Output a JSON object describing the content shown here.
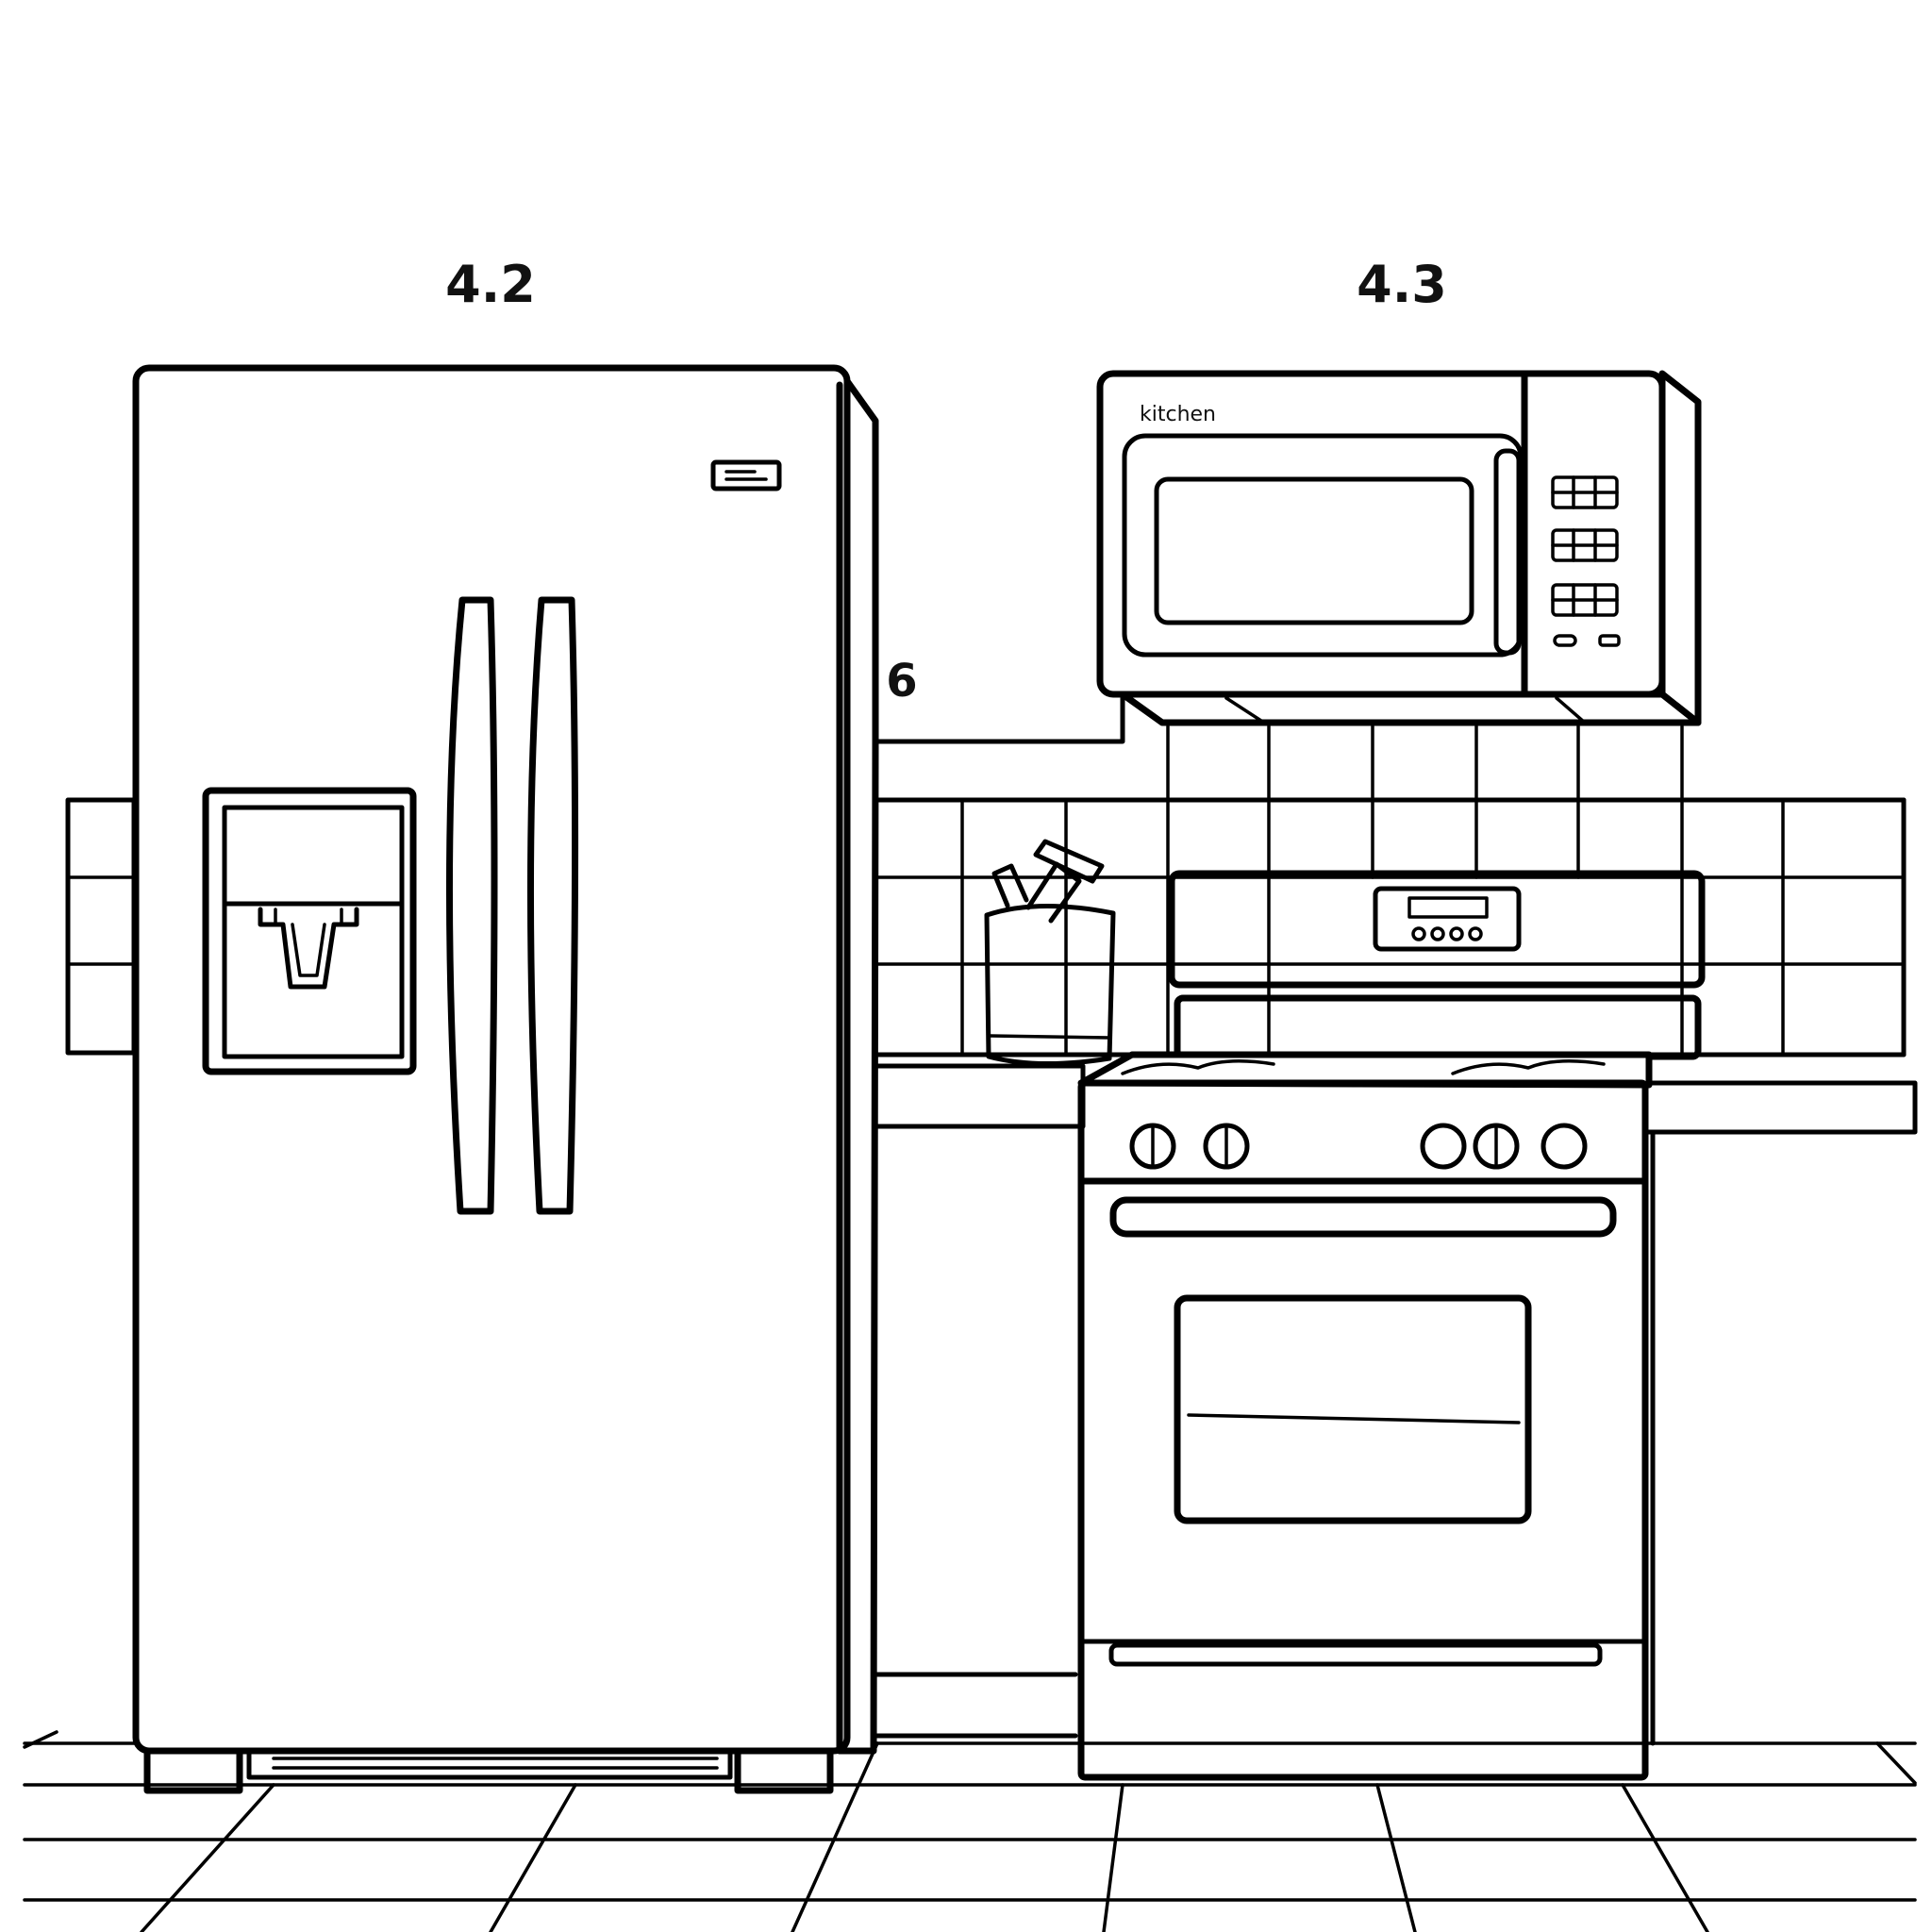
{
  "labels": {
    "refrigerator": "4.2",
    "microwave": "4.3",
    "counter": "6"
  },
  "microwave": {
    "brand": "kitchen"
  }
}
